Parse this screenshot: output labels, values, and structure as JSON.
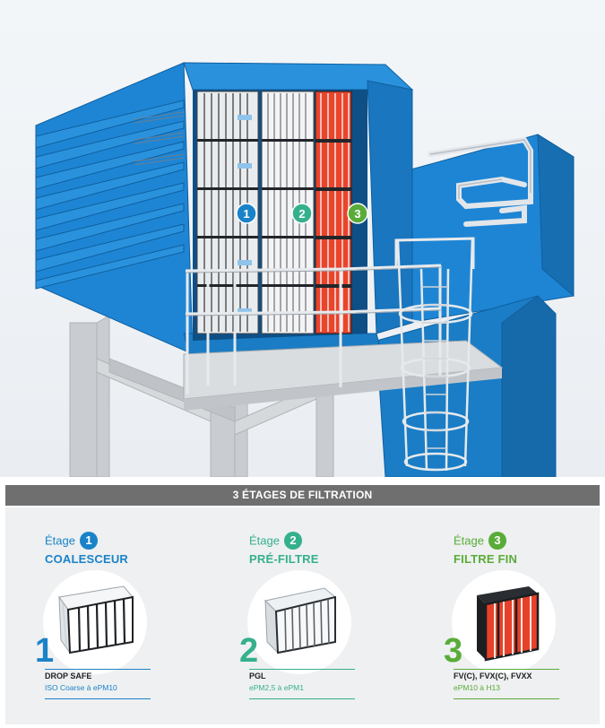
{
  "title": "3 ÉTAGES DE FILTRATION",
  "colors": {
    "blue": "#1a83c8",
    "teal": "#35b08d",
    "green": "#5aac38",
    "housing": "#1e85d4",
    "title_bar": "#6f6f6f"
  },
  "diagram_badges": [
    "1",
    "2",
    "3"
  ],
  "stages": [
    {
      "etage_label": "Étage",
      "number": "1",
      "name": "COALESCEUR",
      "big_number": "1",
      "product": "DROP SAFE",
      "spec": "ISO Coarse à ePM10",
      "color": "#1a83c8",
      "spec_color": "#1a83c8",
      "icon": "pocket-filter-white-icon"
    },
    {
      "etage_label": "Étage",
      "number": "2",
      "name": "PRÉ-FILTRE",
      "big_number": "2",
      "product": "PGL",
      "spec": "ePM2,5 à ePM1",
      "color": "#35b08d",
      "spec_color": "#35b08d",
      "icon": "pleated-filter-icon"
    },
    {
      "etage_label": "Étage",
      "number": "3",
      "name": "FILTRE FIN",
      "big_number": "3",
      "product": "FV(C), FVX(C), FVXX",
      "spec": "ePM10 à H13",
      "color": "#5aac38",
      "spec_color": "#5aac38",
      "icon": "v-bank-filter-icon"
    }
  ]
}
